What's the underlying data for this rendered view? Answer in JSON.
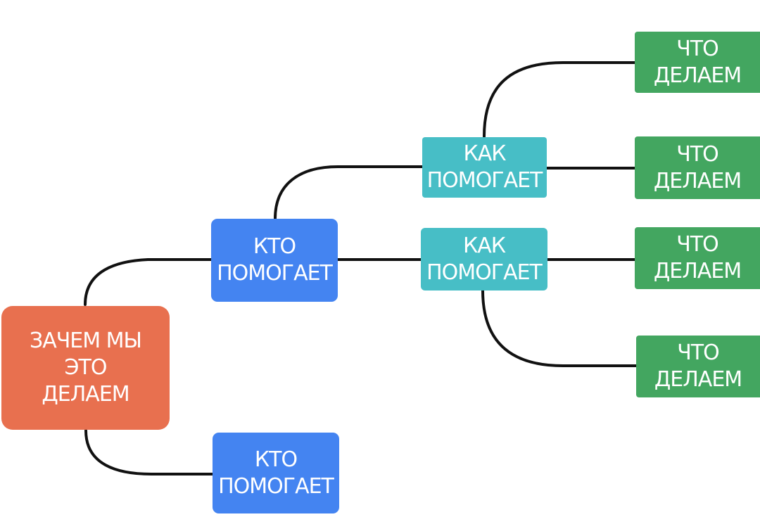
{
  "colors": {
    "root": "#E8704F",
    "who": "#4484F1",
    "how": "#47BEC6",
    "what": "#43A660",
    "link": "#111111"
  },
  "nodes": {
    "root": {
      "label": "ЗАЧЕМ МЫ ЭТО\nДЕЛАЕМ"
    },
    "who_1": {
      "label": "КТО\nПОМОГАЕТ"
    },
    "who_2": {
      "label": "КТО\nПОМОГАЕТ"
    },
    "how_1": {
      "label": "КАК\nПОМОГАЕТ"
    },
    "how_2": {
      "label": "КАК\nПОМОГАЕТ"
    },
    "what_1": {
      "label": "ЧТО\nДЕЛАЕМ"
    },
    "what_2": {
      "label": "ЧТО\nДЕЛАЕМ"
    },
    "what_3": {
      "label": "ЧТО\nДЕЛАЕМ"
    },
    "what_4": {
      "label": "ЧТО\nДЕЛАЕМ"
    }
  },
  "edges": [
    {
      "from": "root",
      "to": "who_1"
    },
    {
      "from": "root",
      "to": "who_2"
    },
    {
      "from": "who_1",
      "to": "how_1"
    },
    {
      "from": "who_1",
      "to": "how_2"
    },
    {
      "from": "how_1",
      "to": "what_1"
    },
    {
      "from": "how_1",
      "to": "what_2"
    },
    {
      "from": "how_2",
      "to": "what_3"
    },
    {
      "from": "how_2",
      "to": "what_4"
    }
  ]
}
